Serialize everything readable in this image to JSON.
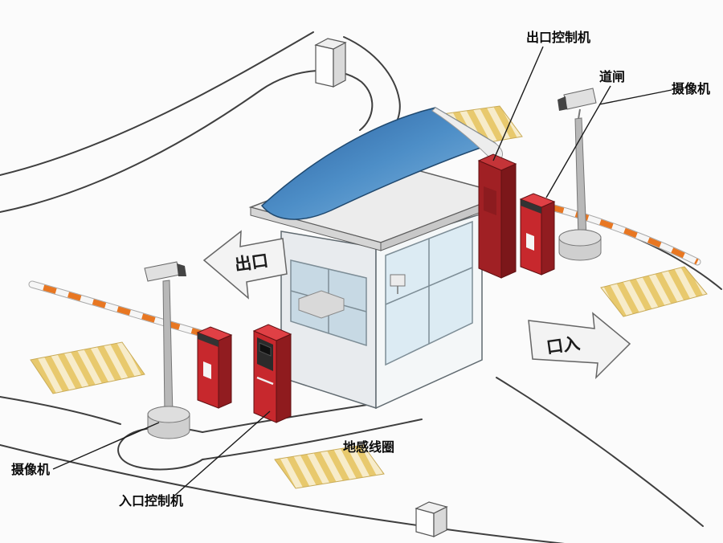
{
  "diagram": {
    "type": "parking-lot-management-system-diagram",
    "labels": {
      "exit_controller": "出口控制机",
      "barrier_gate": "道闸",
      "camera_right": "摄像机",
      "camera_left": "摄像机",
      "entrance_controller": "入口控制机",
      "ground_coil": "地感线圈"
    },
    "signs": {
      "exit": "出口",
      "entrance": "口入"
    },
    "colors": {
      "canopy_blue": "#4d8ec7",
      "machine_red": "#c7282d",
      "machine_dark_red": "#8f1b1e",
      "coil_yellow": "#e8c96d",
      "barrier_stripe_orange": "#e87722",
      "outline": "#3f3f3f"
    }
  }
}
